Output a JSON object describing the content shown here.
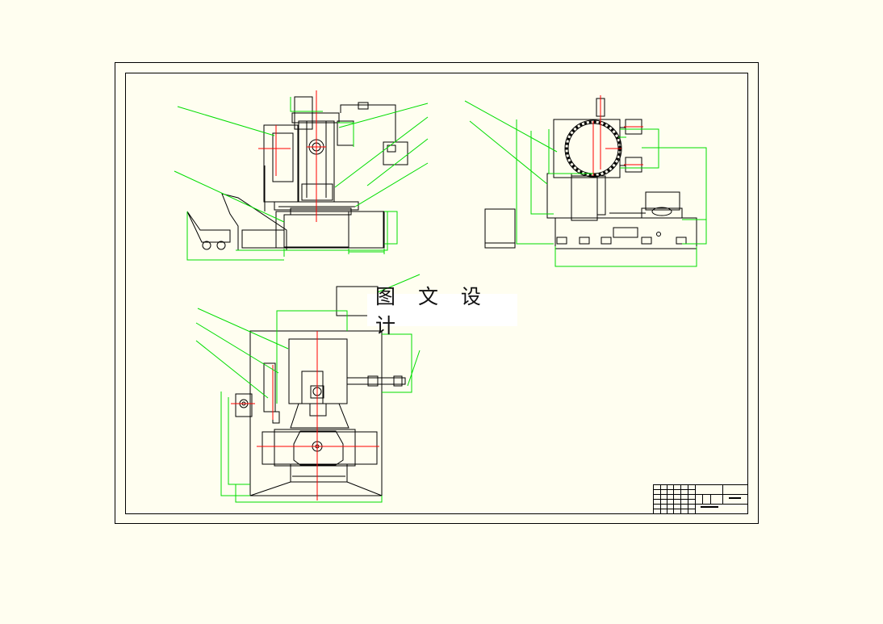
{
  "drawing": {
    "watermark_text": "图 文 设 计"
  },
  "colors": {
    "background": "#fffef0",
    "outline": "#000000",
    "leader_and_dimension": "#00dd00",
    "center_line": "#ff0000",
    "highlight": "#00ff00"
  },
  "views": [
    "front-view",
    "side-view",
    "top-view"
  ]
}
